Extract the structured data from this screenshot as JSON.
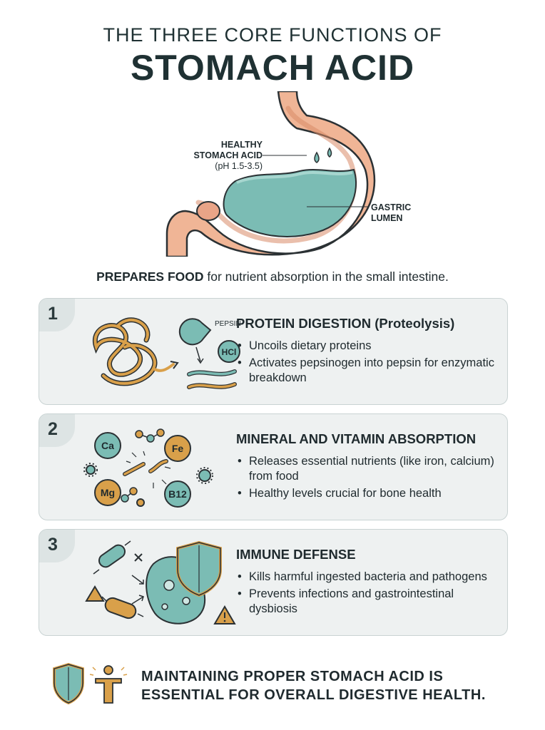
{
  "header": {
    "title_line1": "THE THREE CORE FUNCTIONS OF",
    "title_line2": "STOMACH ACID"
  },
  "diagram": {
    "label_acid_line1": "HEALTHY",
    "label_acid_line2": "STOMACH ACID",
    "label_acid_line3": "(pH 1.5-3.5)",
    "label_lumen_line1": "GASTRIC",
    "label_lumen_line2": "LUMEN"
  },
  "intro": {
    "bold": "PREPARES FOOD",
    "rest": " for nutrient absorption in the small intestine."
  },
  "cards": [
    {
      "number": "1",
      "heading": "PROTEIN DIGESTION (Proteolysis)",
      "bullets": [
        "Uncoils dietary proteins",
        "Activates pepsinogen into pepsin for enzymatic breakdown"
      ],
      "icon_labels": [
        "PEPSIN",
        "HCl"
      ]
    },
    {
      "number": "2",
      "heading": "MINERAL AND VITAMIN ABSORPTION",
      "bullets": [
        "Releases essential nutrients (like iron, calcium) from food",
        "Healthy levels crucial for bone health"
      ],
      "icon_labels": [
        "Ca",
        "Fe",
        "Mg",
        "B12"
      ]
    },
    {
      "number": "3",
      "heading": "IMMUNE DEFENSE",
      "bullets": [
        "Kills harmful ingested bacteria and pathogens",
        "Prevents infections and gastrointestinal dysbiosis"
      ],
      "icon_labels": []
    }
  ],
  "footer": {
    "line1": "MAINTAINING PROPER STOMACH ACID IS",
    "line2": "ESSENTIAL FOR OVERALL DIGESTIVE HEALTH."
  },
  "colors": {
    "teal": "#7bbcb4",
    "teal_dark": "#2f6e6a",
    "stomach_pink": "#f0b596",
    "stomach_dark": "#d98a68",
    "gold": "#d9a04a",
    "outline": "#2b3134",
    "card_bg": "#eef1f1"
  },
  "icons": [
    "stomach-illustration",
    "tangled-protein-icon",
    "pepsin-enzyme-icon",
    "mineral-molecules-icon",
    "bacteria-icon",
    "shield-icon",
    "warning-icon",
    "person-icon"
  ]
}
